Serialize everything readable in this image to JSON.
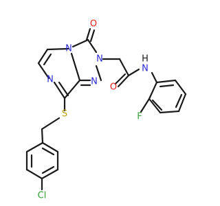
{
  "molecule": {
    "colors": {
      "bond": "#1a1a1a",
      "N": "#2b2bd6",
      "O": "#e0241b",
      "S": "#b5a100",
      "F": "#3aa53a",
      "Cl": "#2da12d",
      "H": "#1a1a1a"
    },
    "labels": {
      "o_ring": "O",
      "n_bridge": "N",
      "n_ring_top": "N",
      "n_ring_left": "N",
      "n_ring_bottom": "N",
      "s_thio": "S",
      "o_amide": "O",
      "n_amide": "N",
      "h_amide": "H",
      "f_aryl": "F",
      "cl_aryl": "Cl"
    }
  }
}
